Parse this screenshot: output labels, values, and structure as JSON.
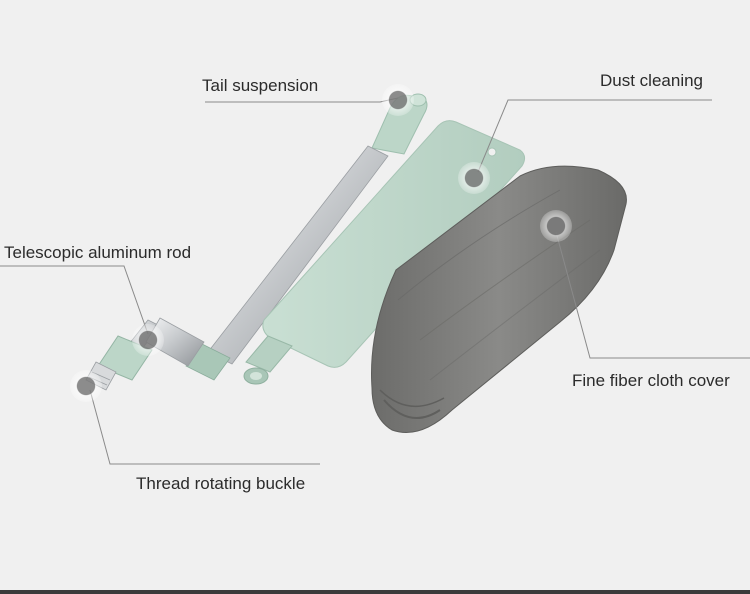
{
  "callouts": {
    "tail_suspension": "Tail suspension",
    "dust_cleaning": "Dust cleaning",
    "telescopic_rod": "Telescopic aluminum rod",
    "fine_fiber_cover": "Fine fiber cloth cover",
    "thread_buckle": "Thread rotating buckle"
  },
  "colors": {
    "background": "#f0f0f0",
    "mint_plastic": "#bcd6c8",
    "mint_dark": "#94b5a4",
    "aluminum": "#c9cccf",
    "microfiber": "#7b7b79",
    "callout_line": "#8a8a8a",
    "bottom_bar": "#3b3b3b"
  }
}
